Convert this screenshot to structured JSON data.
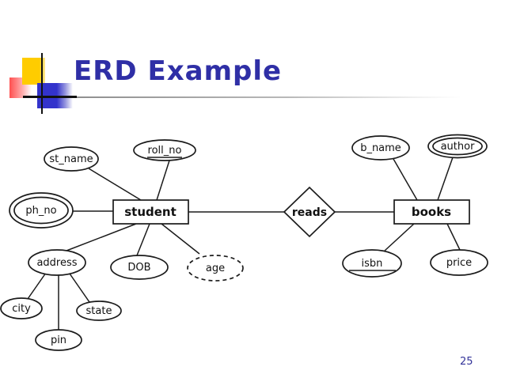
{
  "slide": {
    "title": "ERD Example",
    "page_number": "25"
  },
  "colors": {
    "title_text": "#2F2FA6",
    "page_number_text": "#333399",
    "accent_yellow": "#FFCC00",
    "accent_blue": "#3333CC",
    "accent_red": "#FF5050",
    "diagram_stroke": "#1B1B1B"
  },
  "diagram": {
    "type": "entity-relationship-diagram",
    "entities": [
      {
        "label": "student"
      },
      {
        "label": "books"
      }
    ],
    "relationships": [
      {
        "label": "reads",
        "between": [
          "student",
          "books"
        ]
      }
    ],
    "attributes": [
      {
        "label": "st_name",
        "of": "student",
        "kind": "simple"
      },
      {
        "label": "roll_no",
        "of": "student",
        "kind": "key-underlined"
      },
      {
        "label": "ph_no",
        "of": "student",
        "kind": "multivalued-double-ellipse"
      },
      {
        "label": "address",
        "of": "student",
        "kind": "composite"
      },
      {
        "label": "DOB",
        "of": "student",
        "kind": "simple"
      },
      {
        "label": "age",
        "of": "student",
        "kind": "derived-dashed"
      },
      {
        "label": "city",
        "of": "address",
        "kind": "simple"
      },
      {
        "label": "state",
        "of": "address",
        "kind": "simple"
      },
      {
        "label": "pin",
        "of": "address",
        "kind": "simple"
      },
      {
        "label": "b_name",
        "of": "books",
        "kind": "simple"
      },
      {
        "label": "author",
        "of": "books",
        "kind": "multivalued-double-ellipse"
      },
      {
        "label": "isbn",
        "of": "books",
        "kind": "key-underlined"
      },
      {
        "label": "price",
        "of": "books",
        "kind": "simple"
      }
    ]
  }
}
